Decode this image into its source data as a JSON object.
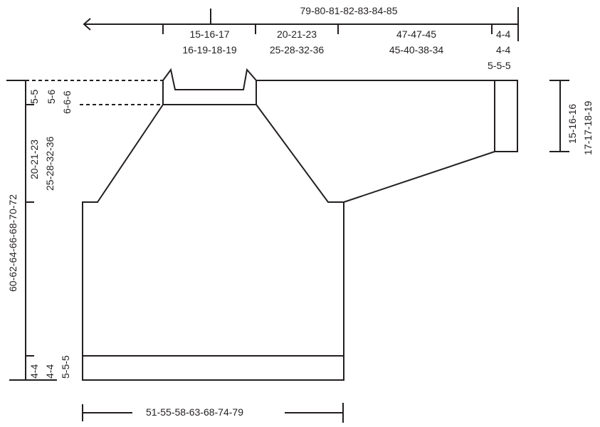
{
  "diagram": {
    "type": "knitting-schematic",
    "stroke_color": "#231f20",
    "background": "#ffffff",
    "top_measurements": {
      "total_width": "79-80-81-82-83-84-85",
      "neck_width": [
        "15-16-17",
        "16-19-18-19"
      ],
      "raglan_width": [
        "20-21-23",
        "25-28-32-36"
      ],
      "sleeve_length": [
        "47-47-45",
        "45-40-38-34"
      ],
      "cuff_length": [
        "4-4",
        "4-4",
        "5-5-5"
      ]
    },
    "left_measurements": {
      "total_length": "60-62-64-66-68-70-72",
      "neck_edge": "5-5",
      "neck_edge_2": "5-6",
      "neck_edge_3": "6-6-6",
      "raglan_depth": [
        "20-21-23",
        "25-28-32-36"
      ],
      "rib_1": "4-4",
      "rib_2": "4-4",
      "rib_3": "5-5-5"
    },
    "right_measurements": {
      "sleeve_width": [
        "15-16-16",
        "17-17-18-19"
      ]
    },
    "bottom_measurements": {
      "body_width": "51-55-58-63-68-74-79"
    }
  }
}
